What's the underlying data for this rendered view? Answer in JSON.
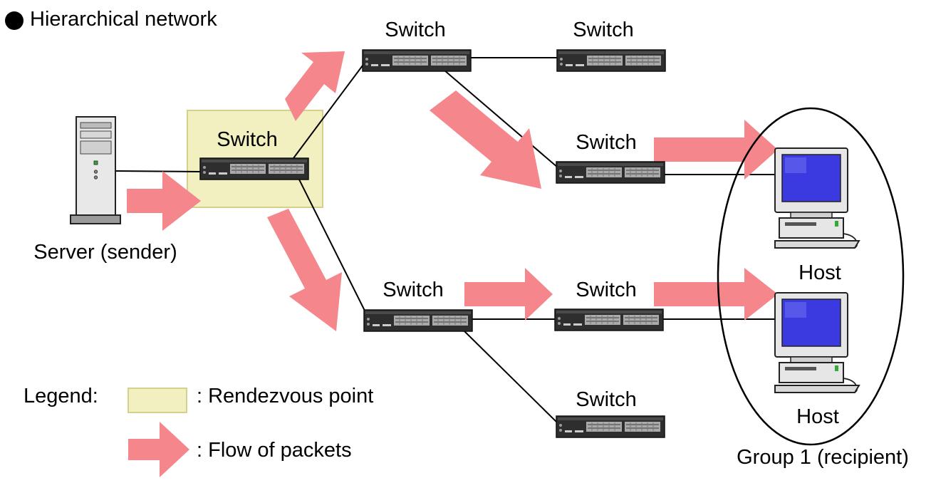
{
  "title": "Hierarchical network",
  "nodes": {
    "server": {
      "label": "Server (sender)"
    },
    "switch_rp": {
      "label": "Switch"
    },
    "switch_top1": {
      "label": "Switch"
    },
    "switch_top2": {
      "label": "Switch"
    },
    "switch_mid": {
      "label": "Switch"
    },
    "switch_low1": {
      "label": "Switch"
    },
    "switch_low2": {
      "label": "Switch"
    },
    "switch_bottom": {
      "label": "Switch"
    },
    "host1": {
      "label": "Host"
    },
    "host2": {
      "label": "Host"
    }
  },
  "group": {
    "label": "Group 1 (recipient)"
  },
  "legend": {
    "title": "Legend:",
    "rendezvous": ": Rendezvous point",
    "flow": ": Flow of packets"
  },
  "colors": {
    "rendezvous_fill": "#f2f0c0",
    "rendezvous_border": "#d4d28a",
    "flow_arrow": "#f4868c",
    "switch_body": "#333333",
    "host_screen": "#3a3ae0"
  }
}
